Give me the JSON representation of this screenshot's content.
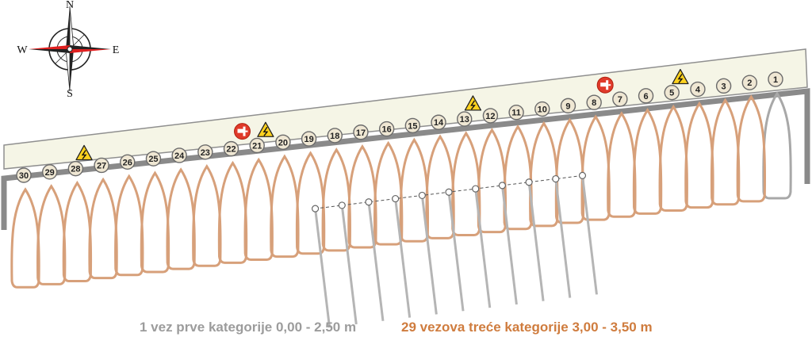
{
  "compass": {
    "north": "N",
    "south": "S",
    "east": "E",
    "west": "W"
  },
  "berths": [
    "1",
    "2",
    "3",
    "4",
    "5",
    "6",
    "7",
    "8",
    "9",
    "10",
    "11",
    "12",
    "13",
    "14",
    "15",
    "16",
    "17",
    "18",
    "19",
    "20",
    "21",
    "22",
    "23",
    "24",
    "25",
    "26",
    "27",
    "28",
    "29",
    "30"
  ],
  "icons": {
    "electricity": "high-voltage-warning-icon",
    "water": "water-tap-icon",
    "electricity_berths": [
      "4",
      "12",
      "20",
      "27"
    ],
    "water_berths": [
      "8",
      "22"
    ]
  },
  "legend": {
    "first_category": "1 vez prve kategorije 0,00 - 2,50 m",
    "third_category": "29 vezova treće kategorije 3,00 - 3,50 m"
  },
  "colors": {
    "pier_fill": "#f5f5e6",
    "pier_edge": "#8f8f8f",
    "wall": "#8a8a8a",
    "boat_outline_third": "#d7a07a",
    "boat_outline_first": "#a8a8a8",
    "badge_fill": "#efe7d3",
    "legend_gray": "#9c9c9c",
    "legend_orange": "#cf7c3e",
    "compass_red": "#e02020"
  }
}
